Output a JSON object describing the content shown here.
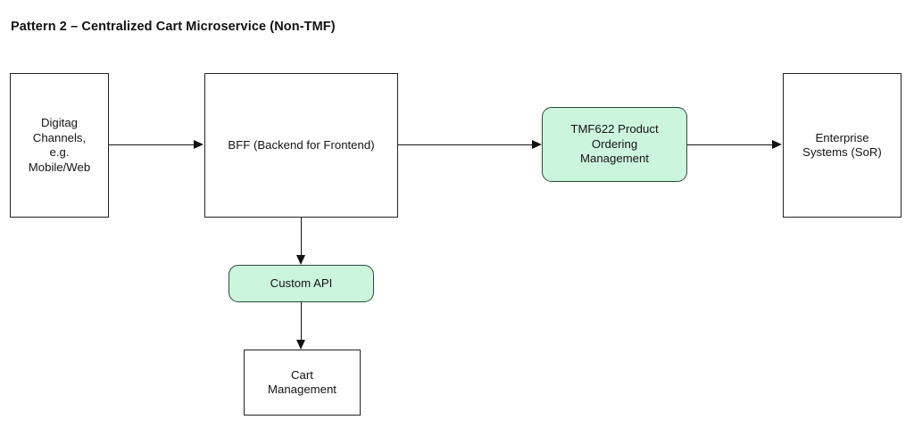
{
  "diagram": {
    "title": "Pattern 2 – Centralized Cart Microservice (Non-TMF)",
    "type": "flow-diagram",
    "colors": {
      "background": "#ffffff",
      "node_fill_default": "#ffffff",
      "node_fill_highlight": "#ccf5dd",
      "node_border_default": "#222222",
      "node_border_highlight": "#2b4a3a",
      "text": "#141414",
      "connector": "#121212"
    },
    "nodes": [
      {
        "id": "digital-channels",
        "label": "Digitag\nChannels,\ne.g.\nMobile/Web",
        "shape": "rectangle",
        "fill": "#ffffff"
      },
      {
        "id": "bff",
        "label": "BFF (Backend for Frontend)",
        "shape": "rectangle",
        "fill": "#ffffff"
      },
      {
        "id": "tmf622",
        "label": "TMF622 Product\nOrdering\nManagement",
        "shape": "rounded-rectangle",
        "fill": "#ccf5dd"
      },
      {
        "id": "enterprise",
        "label": "Enterprise\nSystems (SoR)",
        "shape": "rectangle",
        "fill": "#ffffff"
      },
      {
        "id": "custom-api",
        "label": "Custom API",
        "shape": "rounded-rectangle",
        "fill": "#ccf5dd"
      },
      {
        "id": "cart-management",
        "label": "Cart\nManagement",
        "shape": "rectangle",
        "fill": "#ffffff"
      }
    ],
    "edges": [
      {
        "id": "channels-bff",
        "from": "digital-channels",
        "to": "bff",
        "direction": "right",
        "label": ""
      },
      {
        "id": "bff-tmf622",
        "from": "bff",
        "to": "tmf622",
        "direction": "right",
        "label": ""
      },
      {
        "id": "tmf622-enterprise",
        "from": "tmf622",
        "to": "enterprise",
        "direction": "right",
        "label": ""
      },
      {
        "id": "bff-customapi",
        "from": "bff",
        "to": "custom-api",
        "direction": "down",
        "label": ""
      },
      {
        "id": "customapi-cart",
        "from": "custom-api",
        "to": "cart-management",
        "direction": "down",
        "label": ""
      }
    ]
  }
}
